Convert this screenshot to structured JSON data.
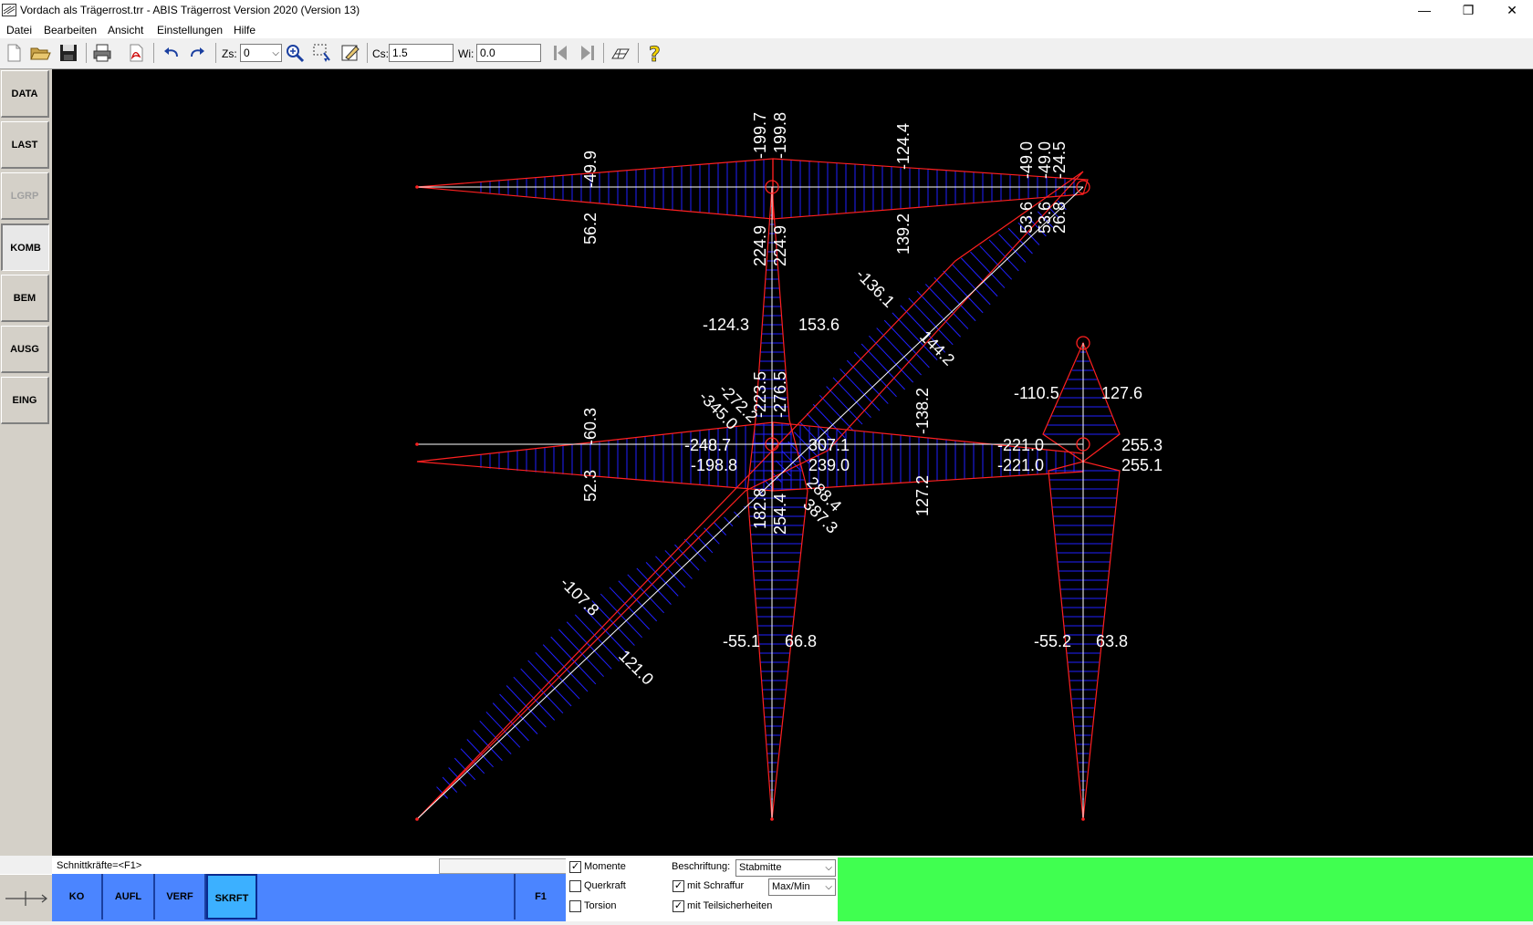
{
  "window": {
    "title": "Vordach als Trägerrost.trr - ABIS Trägerrost Version 2020 (Version 13)",
    "minimize": "—",
    "restore": "❐",
    "close": "✕"
  },
  "menu": [
    {
      "label": "Datei"
    },
    {
      "label": "Bearbeiten"
    },
    {
      "label": "Ansicht"
    },
    {
      "label": "Einstellungen"
    },
    {
      "label": "Hilfe"
    }
  ],
  "toolbar": {
    "zs_label": "Zs:",
    "zs_value": "0",
    "cs_label": "Cs:",
    "cs_value": "1.5",
    "wi_label": "Wi:",
    "wi_value": "0.0",
    "help_icon": "?"
  },
  "sidebar": [
    {
      "label": "DATA",
      "state": "normal"
    },
    {
      "label": "LAST",
      "state": "normal"
    },
    {
      "label": "LGRP",
      "state": "disabled"
    },
    {
      "label": "KOMB",
      "state": "active"
    },
    {
      "label": "BEM",
      "state": "normal"
    },
    {
      "label": "AUSG",
      "state": "normal"
    },
    {
      "label": "EING",
      "state": "normal"
    }
  ],
  "status": {
    "text": "Schnittkräfte=<F1>"
  },
  "bottom_buttons": [
    {
      "label": "KO"
    },
    {
      "label": "AUFL"
    },
    {
      "label": "VERF"
    },
    {
      "label": "SKRFT",
      "active": true
    },
    {
      "label": "F1"
    }
  ],
  "options": {
    "momente": {
      "label": "Momente",
      "checked": true
    },
    "querkraft": {
      "label": "Querkraft",
      "checked": false
    },
    "torsion": {
      "label": "Torsion",
      "checked": false
    },
    "beschriftung_label": "Beschriftung:",
    "beschriftung_value": "Stabmitte",
    "schraffur": {
      "label": "mit Schraffur",
      "checked": true
    },
    "maxmin_value": "Max/Min",
    "teilsicherheiten": {
      "label": "mit Teilsicherheiten",
      "checked": true
    }
  },
  "diagram_labels": [
    {
      "text": "-49.9"
    },
    {
      "text": "56.2"
    },
    {
      "text": "-199.7"
    },
    {
      "text": "-199.8"
    },
    {
      "text": "224.9"
    },
    {
      "text": "224.9"
    },
    {
      "text": "-124.4"
    },
    {
      "text": "139.2"
    },
    {
      "text": "-49.0"
    },
    {
      "text": "-49.0"
    },
    {
      "text": "-24.5"
    },
    {
      "text": "53.6"
    },
    {
      "text": "53.6"
    },
    {
      "text": "26.8"
    },
    {
      "text": "-124.3"
    },
    {
      "text": "153.6"
    },
    {
      "text": "-136.1"
    },
    {
      "text": "144.2"
    },
    {
      "text": "-272.2"
    },
    {
      "text": "-345.0"
    },
    {
      "text": "-223.5"
    },
    {
      "text": "-276.5"
    },
    {
      "text": "-60.3"
    },
    {
      "text": "52.3"
    },
    {
      "text": "-248.7"
    },
    {
      "text": "-198.8"
    },
    {
      "text": "307.1"
    },
    {
      "text": "239.0"
    },
    {
      "text": "-138.2"
    },
    {
      "text": "127.2"
    },
    {
      "text": "182.8"
    },
    {
      "text": "254.4"
    },
    {
      "text": "288.4"
    },
    {
      "text": "387.3"
    },
    {
      "text": "-110.5"
    },
    {
      "text": "127.6"
    },
    {
      "text": "-221.0"
    },
    {
      "text": "-221.0"
    },
    {
      "text": "255.3"
    },
    {
      "text": "255.1"
    },
    {
      "text": "-107.8"
    },
    {
      "text": "121.0"
    },
    {
      "text": "-55.1"
    },
    {
      "text": "66.8"
    },
    {
      "text": "-55.2"
    },
    {
      "text": "63.8"
    }
  ]
}
